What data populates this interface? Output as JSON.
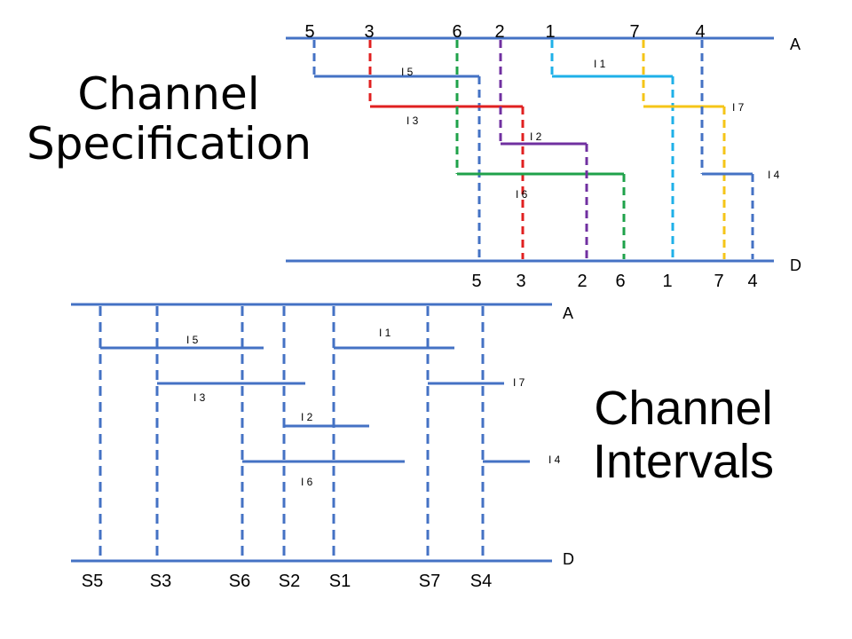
{
  "spec": {
    "title_line1": "Channel",
    "title_line2": "Specification",
    "top_label": "A",
    "bottom_label": "D",
    "top_numbers": [
      "5",
      "3",
      "6",
      "2",
      "1",
      "7",
      "4"
    ],
    "bottom_numbers": [
      "5",
      "3",
      "2",
      "6",
      "1",
      "7",
      "4"
    ],
    "nets": [
      {
        "label": "I 5",
        "color": "#4472C4"
      },
      {
        "label": "I 3",
        "color": "#E02020"
      },
      {
        "label": "I 6",
        "color": "#1FA24A"
      },
      {
        "label": "I 2",
        "color": "#7030A0"
      },
      {
        "label": "I 1",
        "color": "#1FB0E8"
      },
      {
        "label": "I 7",
        "color": "#F5C518"
      },
      {
        "label": "I 4",
        "color": "#4472C4"
      }
    ]
  },
  "intervals": {
    "title_line1": "Channel",
    "title_line2": "Intervals",
    "top_label": "A",
    "bottom_label": "D",
    "segments": [
      "S5",
      "S3",
      "S6",
      "S2",
      "S1",
      "S7",
      "S4"
    ],
    "interval_labels": [
      "I 5",
      "I 1",
      "I 7",
      "I 3",
      "I 2",
      "I 4",
      "I 6"
    ],
    "line_color": "#4472C4"
  }
}
